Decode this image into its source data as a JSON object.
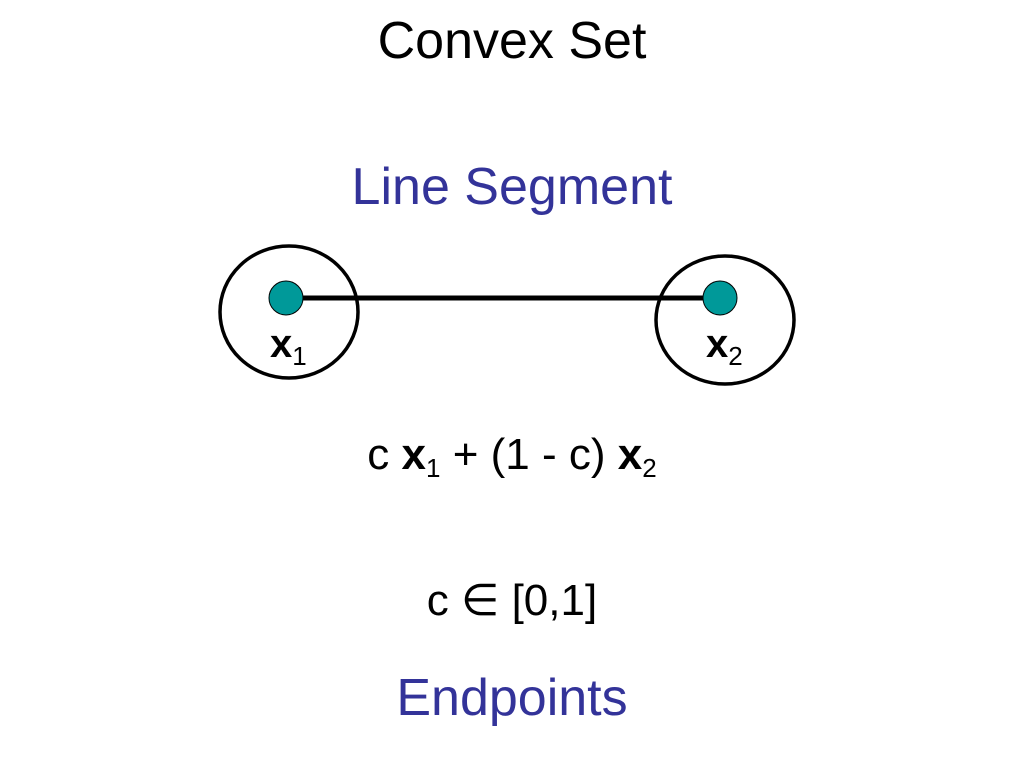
{
  "slide": {
    "title": "Convex Set",
    "subtitle": "Line Segment",
    "footer_label": "Endpoints"
  },
  "points": [
    {
      "var": "x",
      "sub": "1"
    },
    {
      "var": "x",
      "sub": "2"
    }
  ],
  "formula_combination": {
    "c1": "c ",
    "x1_var": "x",
    "x1_sub": "1",
    "middle": " + (1 - c) ",
    "x2_var": "x",
    "x2_sub": "2"
  },
  "formula_range": {
    "text": "c ∈ [0,1]"
  },
  "colors": {
    "accent_text": "#333399",
    "point_fill": "#009999",
    "line": "#000000"
  }
}
